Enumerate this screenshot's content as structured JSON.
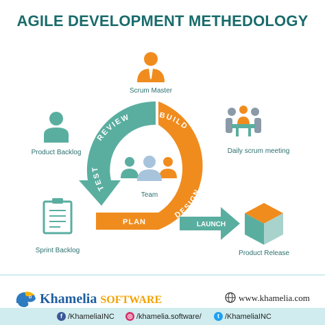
{
  "title": "AGILE DEVELOPMENT METHEDOLOGY",
  "colors": {
    "title": "#1a6b6b",
    "teal": "#5aaea0",
    "orange": "#f08c1e",
    "label": "#2c6f6f",
    "grey_person": "#8a9aa8",
    "footer_bar": "#d0ecef"
  },
  "nodes": {
    "scrum_master": "Scrum Master",
    "product_backlog": "Product Backlog",
    "daily_scrum": "Daily scrum meeting",
    "team": "Team",
    "sprint_backlog": "Sprint Backlog",
    "product_release": "Product Release"
  },
  "cycle": {
    "build": "BUILD",
    "review": "REVIEW",
    "test": "TEST",
    "design": "DESIGN",
    "plan": "PLAN",
    "launch": "LAUNCH"
  },
  "icons": {
    "scrum_master": "person-tie-icon",
    "product_backlog": "person-icon",
    "daily_scrum": "meeting-table-icon",
    "team": "team-icon",
    "sprint_backlog": "clipboard-icon",
    "product_release": "cube-icon",
    "brand_logo": "chameleon-logo",
    "globe": "globe-icon",
    "facebook": "facebook-icon",
    "instagram": "instagram-icon",
    "twitter": "twitter-icon"
  },
  "footer": {
    "brand_name": "Khamelia",
    "brand_name_2": "SOFTWARE",
    "website": "www.khamelia.com",
    "facebook": "/KhameliaINC",
    "instagram": "/khamelia.software/",
    "twitter": "/KhameliaINC"
  }
}
